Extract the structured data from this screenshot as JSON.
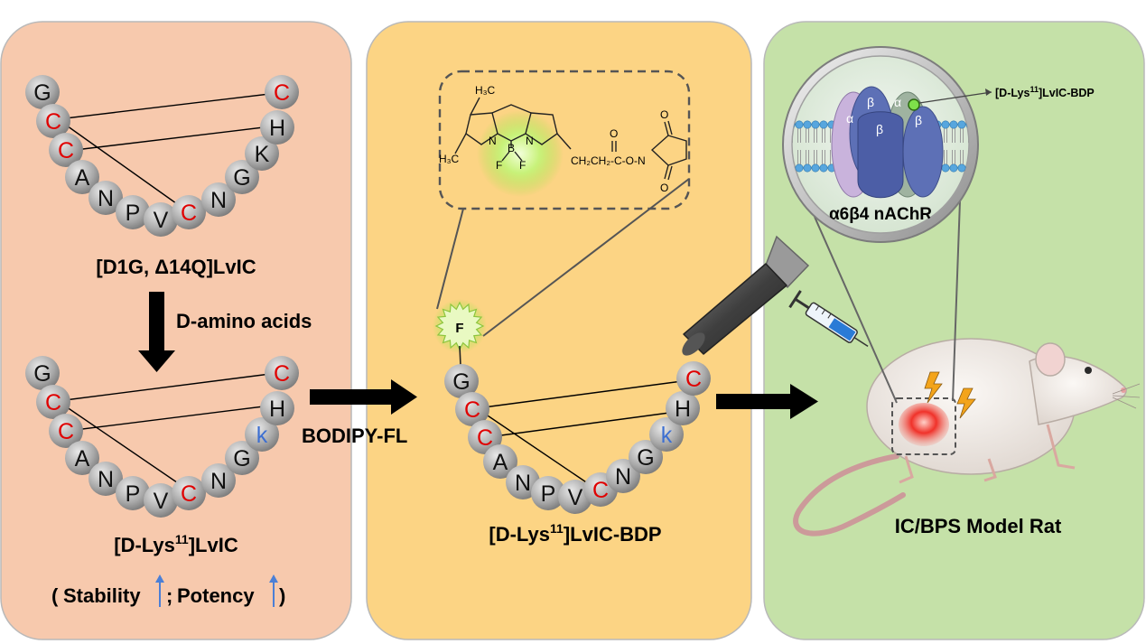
{
  "left_panel": {
    "peptide1": {
      "residues": [
        {
          "letter": "G",
          "color": "#111111"
        },
        {
          "letter": "C",
          "color": "#e00000"
        },
        {
          "letter": "C",
          "color": "#e00000"
        },
        {
          "letter": "A",
          "color": "#111111"
        },
        {
          "letter": "N",
          "color": "#111111"
        },
        {
          "letter": "P",
          "color": "#111111"
        },
        {
          "letter": "V",
          "color": "#111111"
        },
        {
          "letter": "C",
          "color": "#e00000"
        },
        {
          "letter": "N",
          "color": "#111111"
        },
        {
          "letter": "G",
          "color": "#111111"
        },
        {
          "letter": "K",
          "color": "#111111"
        },
        {
          "letter": "H",
          "color": "#111111"
        },
        {
          "letter": "C",
          "color": "#e00000"
        }
      ],
      "name": "[D1G, Δ14Q]LvIC"
    },
    "arrow_label": "D-amino acids",
    "peptide2": {
      "residues": [
        {
          "letter": "G",
          "color": "#111111"
        },
        {
          "letter": "C",
          "color": "#e00000"
        },
        {
          "letter": "C",
          "color": "#e00000"
        },
        {
          "letter": "A",
          "color": "#111111"
        },
        {
          "letter": "N",
          "color": "#111111"
        },
        {
          "letter": "P",
          "color": "#111111"
        },
        {
          "letter": "V",
          "color": "#111111"
        },
        {
          "letter": "C",
          "color": "#e00000"
        },
        {
          "letter": "N",
          "color": "#111111"
        },
        {
          "letter": "G",
          "color": "#111111"
        },
        {
          "letter": "k",
          "color": "#3d6fd1"
        },
        {
          "letter": "H",
          "color": "#111111"
        },
        {
          "letter": "C",
          "color": "#e00000"
        }
      ],
      "name_prefix": "[D-Lys",
      "name_sup": "11",
      "name_suffix": "]LvIC"
    },
    "note": {
      "open_paren": "(",
      "stability": "Stability",
      "sep": ";",
      "potency": "Potency",
      "close_paren": ")",
      "arrow_color": "#4b7fd6"
    }
  },
  "middle_arrow_label": "BODIPY-FL",
  "middle_panel": {
    "structure": {
      "ch3_top": "H₃C",
      "ch3_bottom": "H₃C",
      "atom_n1": "N",
      "atom_n2": "N",
      "atom_b": "B",
      "atom_f1": "F",
      "atom_f2": "F",
      "chain": "CH₂CH₂-C-O-N",
      "carbonyl_o": "O",
      "ring_o_top": "O",
      "ring_o_bottom": "O"
    },
    "fluor_label": "F",
    "peptide": {
      "residues": [
        {
          "letter": "G",
          "color": "#111111"
        },
        {
          "letter": "C",
          "color": "#e00000"
        },
        {
          "letter": "C",
          "color": "#e00000"
        },
        {
          "letter": "A",
          "color": "#111111"
        },
        {
          "letter": "N",
          "color": "#111111"
        },
        {
          "letter": "P",
          "color": "#111111"
        },
        {
          "letter": "V",
          "color": "#111111"
        },
        {
          "letter": "C",
          "color": "#e00000"
        },
        {
          "letter": "N",
          "color": "#111111"
        },
        {
          "letter": "G",
          "color": "#111111"
        },
        {
          "letter": "k",
          "color": "#3d6fd1"
        },
        {
          "letter": "H",
          "color": "#111111"
        },
        {
          "letter": "C",
          "color": "#e00000"
        }
      ],
      "name_prefix": "[D-Lys",
      "name_sup": "11",
      "name_suffix": "]LvIC-BDP"
    }
  },
  "right_panel": {
    "receptor_label": "α6β4 nAChR",
    "subunits": [
      "α",
      "β",
      "α",
      "β",
      "β"
    ],
    "ligand_prefix": "[D-Lys",
    "ligand_sup": "11",
    "ligand_suffix": "]LvIC-BDP",
    "model_label": "IC/BPS Model Rat"
  }
}
